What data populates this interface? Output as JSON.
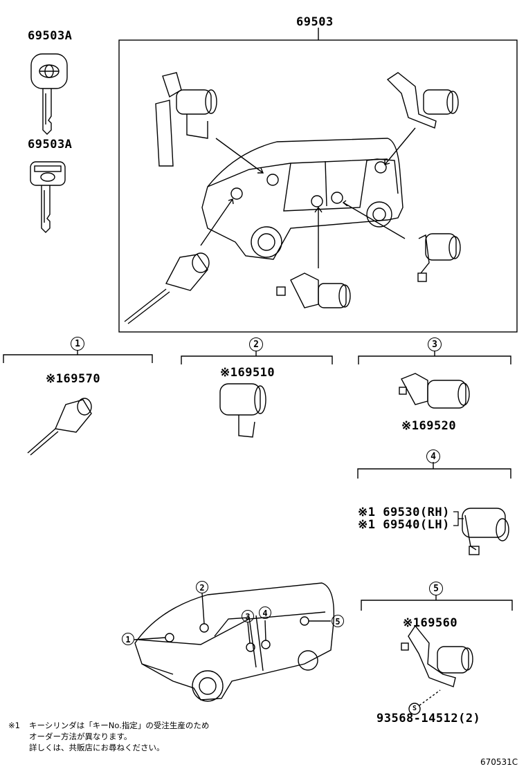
{
  "header": {
    "assembly_number": "69503"
  },
  "keys": [
    {
      "part_number": "69503A",
      "icon": "master-key-icon"
    },
    {
      "part_number": "69503A",
      "icon": "sub-key-icon"
    }
  ],
  "groups": [
    {
      "index": "1",
      "parts": [
        "※169570"
      ],
      "icon": "lock-cylinder-icon"
    },
    {
      "index": "2",
      "parts": [
        "※169510"
      ],
      "icon": "lock-cylinder-icon"
    },
    {
      "index": "3",
      "parts": [
        "※169520"
      ],
      "icon": "door-lock-cylinder-icon"
    },
    {
      "index": "4",
      "parts": [
        "※1 69530(RH)",
        "※1 69540(LH)"
      ],
      "icon": "door-lock-cylinder-icon"
    },
    {
      "index": "5",
      "parts": [
        "※169560",
        "93568-14512(2)"
      ],
      "bolt_marker": "S",
      "icon": "back-door-lock-cylinder-icon"
    }
  ],
  "location_diagram": {
    "callouts": [
      "1",
      "2",
      "3",
      "4",
      "5"
    ]
  },
  "footnote": {
    "marker": "※1",
    "lines": [
      "キーシリンダは「キーNo.指定」の受注生産のため",
      "オーダー方法が異なります。",
      "詳しくは、共販店にお尋ねください。"
    ]
  },
  "drawing_code": "670531C"
}
